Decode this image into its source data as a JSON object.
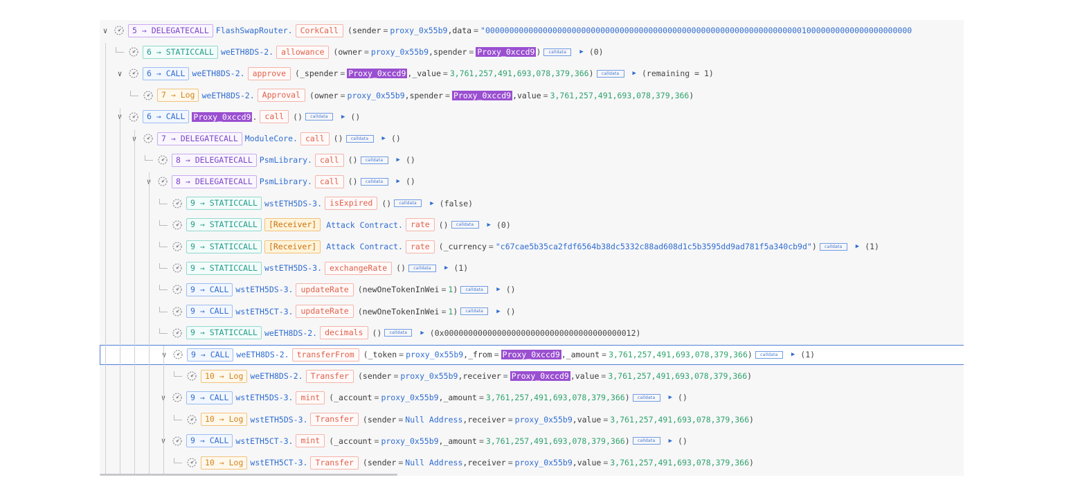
{
  "colors": {
    "delegatecall": "#7a44c9",
    "staticcall": "#1f9a8a",
    "call": "#2f6ccf",
    "log": "#d18419",
    "function": "#e0604a",
    "number": "#2ea36b",
    "highlight": "#9a4fd0"
  },
  "icons": {
    "expand": "chevron-down-icon",
    "gas": "gas-dial-icon",
    "result": "play-triangle-icon",
    "calldata": "calldata-tag-icon"
  },
  "rows": [
    {
      "depth": 0,
      "marker": "expand",
      "badge": {
        "kind": "dc",
        "text": "5 → DELEGATECALL"
      },
      "contract": "FlashSwapRouter.",
      "receiver": null,
      "fn": "CorkCall",
      "params": [
        {
          "name": "sender",
          "value": "proxy_0x55b9",
          "style": "addr"
        },
        {
          "name": "data",
          "value": "\"00000000000000000000000000000000000000000000000000000000000000000010000000000000000000000",
          "style": "str"
        }
      ],
      "calldata": false,
      "result": null
    },
    {
      "depth": 1,
      "marker": "leaf",
      "badge": {
        "kind": "sc",
        "text": "6 → STATICCALL"
      },
      "contract": "weETH8DS-2.",
      "receiver": null,
      "fn": "allowance",
      "params": [
        {
          "name": "owner",
          "value": "proxy_0x55b9",
          "style": "addr"
        },
        {
          "name": "spender",
          "value": "Proxy_0xccd9",
          "style": "hl"
        }
      ],
      "calldata": true,
      "calldata_label": "calldata",
      "result": "(0)"
    },
    {
      "depth": 1,
      "marker": "expand",
      "badge": {
        "kind": "call",
        "text": "6 → CALL"
      },
      "contract": "weETH8DS-2.",
      "receiver": null,
      "fn": "approve",
      "params": [
        {
          "name": "_spender",
          "value": "Proxy_0xccd9",
          "style": "hl"
        },
        {
          "name": "_value",
          "value": "3,761,257,491,693,078,379,366",
          "style": "num"
        }
      ],
      "calldata": true,
      "calldata_label": "calldata",
      "result": "(remaining = 1)"
    },
    {
      "depth": 2,
      "marker": "leaf",
      "badge": {
        "kind": "log",
        "text": "7 → Log"
      },
      "contract": "weETH8DS-2.",
      "receiver": null,
      "fn": "Approval",
      "params": [
        {
          "name": "owner",
          "value": "proxy_0x55b9",
          "style": "addr"
        },
        {
          "name": "spender",
          "value": "Proxy_0xccd9",
          "style": "hl"
        },
        {
          "name": "value",
          "value": "3,761,257,491,693,078,379,366",
          "style": "num"
        }
      ],
      "calldata": false,
      "result": null
    },
    {
      "depth": 1,
      "marker": "expand",
      "badge": {
        "kind": "call",
        "text": "6 → CALL"
      },
      "contract": "Proxy_0xccd9",
      "contract_hl": true,
      "receiver": null,
      "fn": "call",
      "params": [],
      "calldata": true,
      "calldata_label": "calldata",
      "result": "()"
    },
    {
      "depth": 2,
      "marker": "expand",
      "badge": {
        "kind": "dc",
        "text": "7 → DELEGATECALL"
      },
      "contract": "ModuleCore.",
      "receiver": null,
      "fn": "call",
      "params": [],
      "calldata": true,
      "calldata_label": "calldata",
      "result": "()"
    },
    {
      "depth": 3,
      "marker": "leaf",
      "badge": {
        "kind": "dc",
        "text": "8 → DELEGATECALL"
      },
      "contract": "PsmLibrary.",
      "receiver": null,
      "fn": "call",
      "params": [],
      "calldata": true,
      "calldata_label": "calldata",
      "result": "()"
    },
    {
      "depth": 3,
      "marker": "expand",
      "badge": {
        "kind": "dc",
        "text": "8 → DELEGATECALL"
      },
      "contract": "PsmLibrary.",
      "receiver": null,
      "fn": "call",
      "params": [],
      "calldata": true,
      "calldata_label": "calldata",
      "result": "()"
    },
    {
      "depth": 4,
      "marker": "leaf",
      "badge": {
        "kind": "sc",
        "text": "9 → STATICCALL"
      },
      "contract": "wstETH5DS-3.",
      "receiver": null,
      "fn": "isExpired",
      "params": [],
      "calldata": true,
      "calldata_label": "calldata",
      "result": "(false)"
    },
    {
      "depth": 4,
      "marker": "leaf",
      "badge": {
        "kind": "sc",
        "text": "9 → STATICCALL"
      },
      "contract": "Attack Contract.",
      "receiver": "[Receiver]",
      "fn": "rate",
      "params": [],
      "calldata": true,
      "calldata_label": "calldata",
      "result": "(0)"
    },
    {
      "depth": 4,
      "marker": "leaf",
      "badge": {
        "kind": "sc",
        "text": "9 → STATICCALL"
      },
      "contract": "Attack Contract.",
      "receiver": "[Receiver]",
      "fn": "rate",
      "params": [
        {
          "name": "_currency",
          "value": "\"c67cae5b35ca2fdf6564b38dc5332c88ad608d1c5b3595dd9ad781f5a340cb9d\"",
          "style": "str"
        }
      ],
      "calldata": true,
      "calldata_label": "calldata",
      "result": "(1)"
    },
    {
      "depth": 4,
      "marker": "leaf",
      "badge": {
        "kind": "sc",
        "text": "9 → STATICCALL"
      },
      "contract": "wstETH5DS-3.",
      "receiver": null,
      "fn": "exchangeRate",
      "params": [],
      "calldata": true,
      "calldata_label": "calldata",
      "result": "(1)"
    },
    {
      "depth": 4,
      "marker": "leaf",
      "badge": {
        "kind": "call",
        "text": "9 → CALL"
      },
      "contract": "wstETH5DS-3.",
      "receiver": null,
      "fn": "updateRate",
      "params": [
        {
          "name": "newOneTokenInWei",
          "value": "1",
          "style": "num"
        }
      ],
      "calldata": true,
      "calldata_label": "calldata",
      "result": "()"
    },
    {
      "depth": 4,
      "marker": "leaf",
      "badge": {
        "kind": "call",
        "text": "9 → CALL"
      },
      "contract": "wstETH5CT-3.",
      "receiver": null,
      "fn": "updateRate",
      "params": [
        {
          "name": "newOneTokenInWei",
          "value": "1",
          "style": "num"
        }
      ],
      "calldata": true,
      "calldata_label": "calldata",
      "result": "()"
    },
    {
      "depth": 4,
      "marker": "leaf",
      "badge": {
        "kind": "sc",
        "text": "9 → STATICCALL"
      },
      "contract": "weETH8DS-2.",
      "receiver": null,
      "fn": "decimals",
      "params": [],
      "calldata": true,
      "calldata_label": "calldata",
      "result": "(0x0000000000000000000000000000000000000012)"
    },
    {
      "depth": 4,
      "marker": "expand",
      "selected": true,
      "badge": {
        "kind": "call",
        "text": "9 → CALL"
      },
      "contract": "weETH8DS-2.",
      "receiver": null,
      "fn": "transferFrom",
      "params": [
        {
          "name": "_token",
          "value": "proxy_0x55b9",
          "style": "addr"
        },
        {
          "name": "_from",
          "value": "Proxy_0xccd9",
          "style": "hl"
        },
        {
          "name": "_amount",
          "value": "3,761,257,491,693,078,379,366",
          "style": "num"
        }
      ],
      "calldata": true,
      "calldata_label": "calldata",
      "result": "(1)"
    },
    {
      "depth": 5,
      "marker": "leaf",
      "badge": {
        "kind": "log",
        "text": "10 → Log"
      },
      "contract": "weETH8DS-2.",
      "receiver": null,
      "fn": "Transfer",
      "params": [
        {
          "name": "sender",
          "value": "proxy_0x55b9",
          "style": "addr"
        },
        {
          "name": "receiver",
          "value": "Proxy_0xccd9",
          "style": "hl"
        },
        {
          "name": "value",
          "value": "3,761,257,491,693,078,379,366",
          "style": "num"
        }
      ],
      "calldata": false,
      "result": null
    },
    {
      "depth": 4,
      "marker": "expand",
      "badge": {
        "kind": "call",
        "text": "9 → CALL"
      },
      "contract": "wstETH5DS-3.",
      "receiver": null,
      "fn": "mint",
      "params": [
        {
          "name": "_account",
          "value": "proxy_0x55b9",
          "style": "addr"
        },
        {
          "name": "_amount",
          "value": "3,761,257,491,693,078,379,366",
          "style": "num"
        }
      ],
      "calldata": true,
      "calldata_label": "calldata",
      "result": "()"
    },
    {
      "depth": 5,
      "marker": "leaf",
      "badge": {
        "kind": "log",
        "text": "10 → Log"
      },
      "contract": "wstETH5DS-3.",
      "receiver": null,
      "fn": "Transfer",
      "params": [
        {
          "name": "sender",
          "value": "Null Address",
          "style": "addr"
        },
        {
          "name": "receiver",
          "value": "proxy_0x55b9",
          "style": "addr"
        },
        {
          "name": "value",
          "value": "3,761,257,491,693,078,379,366",
          "style": "num"
        }
      ],
      "calldata": false,
      "result": null
    },
    {
      "depth": 4,
      "marker": "expand",
      "badge": {
        "kind": "call",
        "text": "9 → CALL"
      },
      "contract": "wstETH5CT-3.",
      "receiver": null,
      "fn": "mint",
      "params": [
        {
          "name": "_account",
          "value": "proxy_0x55b9",
          "style": "addr"
        },
        {
          "name": "_amount",
          "value": "3,761,257,491,693,078,379,366",
          "style": "num"
        }
      ],
      "calldata": true,
      "calldata_label": "calldata",
      "result": "()"
    },
    {
      "depth": 5,
      "marker": "leaf",
      "badge": {
        "kind": "log",
        "text": "10 → Log"
      },
      "contract": "wstETH5CT-3.",
      "receiver": null,
      "fn": "Transfer",
      "params": [
        {
          "name": "sender",
          "value": "Null Address",
          "style": "addr"
        },
        {
          "name": "receiver",
          "value": "proxy_0x55b9",
          "style": "addr"
        },
        {
          "name": "value",
          "value": "3,761,257,491,693,078,379,366",
          "style": "num"
        }
      ],
      "calldata": false,
      "result": null
    }
  ]
}
